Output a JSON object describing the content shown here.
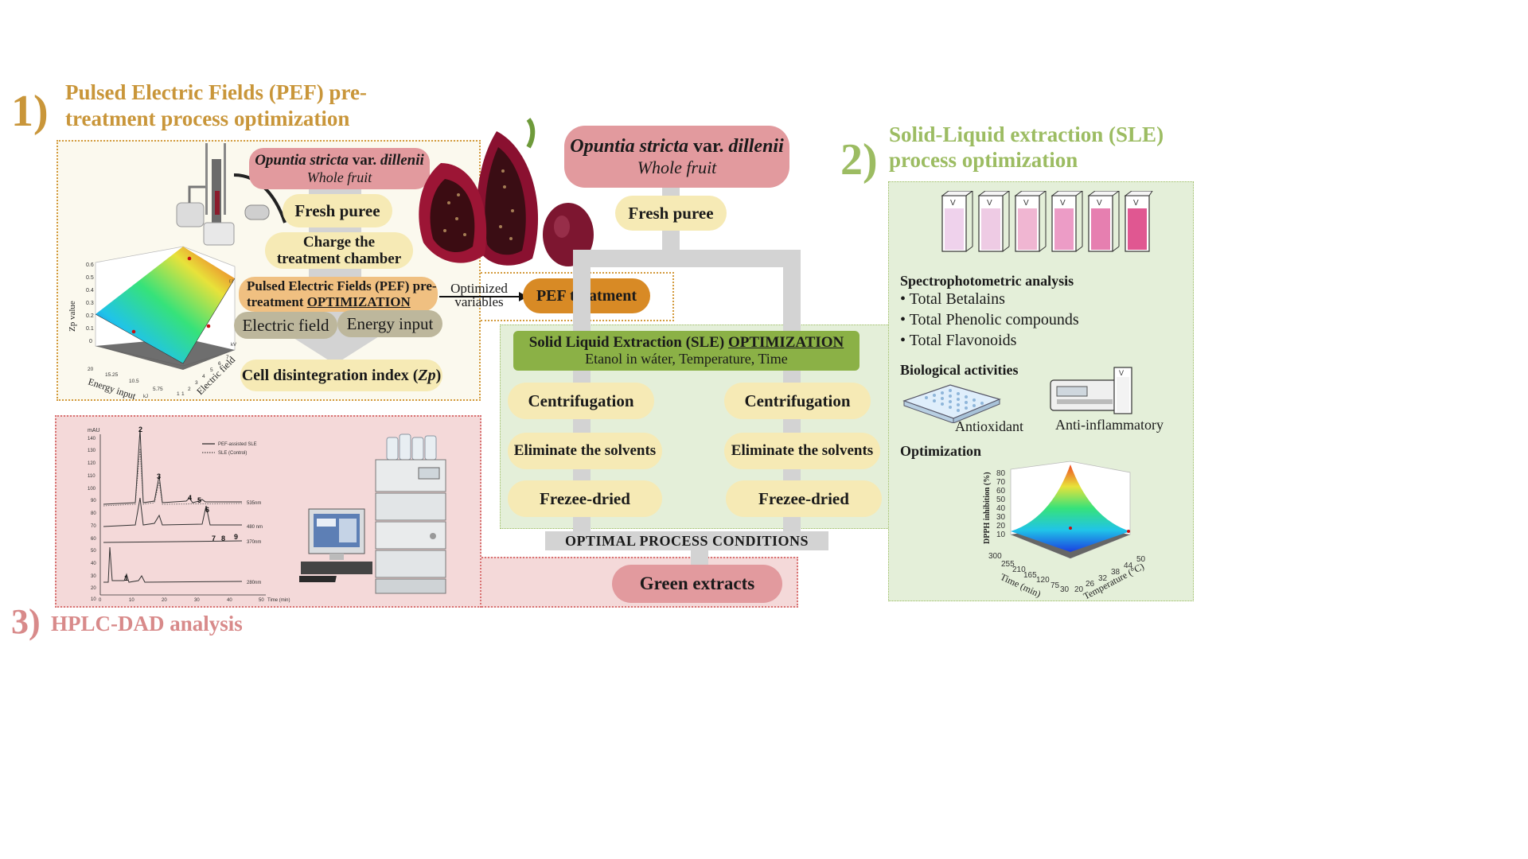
{
  "section1": {
    "number": "1)",
    "title_line1": "Pulsed Electric Fields (PEF) pre-",
    "title_line2": "treatment process optimization",
    "source_species": "Opuntia stricta",
    "source_var": " var. ",
    "source_name": "dillenii",
    "source_sub": "Whole fruit",
    "fresh_puree": "Fresh puree",
    "charge_line1": "Charge the",
    "charge_line2": "treatment chamber",
    "optim_line1": "Pulsed Electric Fields (PEF) pre-",
    "optim_line2_a": "treatment ",
    "optim_line2_b": "OPTIMIZATION",
    "var1": "Electric field",
    "var2": "Energy input",
    "arrow_label_line1": "Optimized",
    "arrow_label_line2": "variables",
    "pef_treatment": "PEF treatment",
    "result_prefix": "Cell disintegration index (",
    "result_symbol": "Zp",
    "result_suffix": ")",
    "plot": {
      "z_label": "Zp value",
      "x_label": "Energy input",
      "x_unit": "kJ",
      "y_label": "Electric field",
      "y_unit": "kV",
      "z_unit": "(-)",
      "z_ticks": [
        "0.6",
        "0.5",
        "0.4",
        "0.3",
        "0.2",
        "0.1",
        "0"
      ],
      "x_ticks": [
        "20",
        "15.25",
        "10.5",
        "5.75",
        "1"
      ],
      "y_ticks": [
        "1",
        "2",
        "3",
        "4",
        "5",
        "6",
        "7"
      ]
    }
  },
  "section2": {
    "number": "2)",
    "title_line1": "Solid-Liquid extraction (SLE)",
    "title_line2": "process optimization",
    "cuvette_labels": [
      "V",
      "V",
      "V",
      "V",
      "V",
      "V"
    ],
    "cuvette_colors": [
      "#efd2ec",
      "#eecbe4",
      "#f0b6d2",
      "#ec9cc6",
      "#e67fb0",
      "#e05791"
    ],
    "spectro_title": "Spectrophotometric analysis",
    "spectro_items": [
      "Total Betalains",
      "Total Phenolic compounds",
      "Total Flavonoids"
    ],
    "bio_title": "Biological activities",
    "bio_antioxidant": "Antioxidant",
    "bio_antiinflammatory": "Anti-inflammatory",
    "optim_title": "Optimization",
    "plot": {
      "z_label": "DPPH inhibition (%)",
      "z_ticks": [
        "80",
        "70",
        "60",
        "50",
        "40",
        "30",
        "20",
        "10"
      ],
      "x_label": "Time (min)",
      "x_ticks": [
        "300",
        "255",
        "210",
        "165",
        "120",
        "75",
        "30"
      ],
      "y_label": "Temperature (°C)",
      "y_ticks": [
        "20",
        "26",
        "32",
        "38",
        "44",
        "50"
      ]
    }
  },
  "center": {
    "source_species": "Opuntia stricta",
    "source_var": " var. ",
    "source_name": "dillenii",
    "source_sub": "Whole fruit",
    "fresh_puree": "Fresh puree",
    "sle_line1_a": "Solid Liquid Extraction (SLE) ",
    "sle_line1_b": "OPTIMIZATION",
    "sle_line2": "Etanol in wáter, Temperature, Time",
    "left_steps": [
      "Centrifugation",
      "Eliminate the solvents",
      "Frezee-dried"
    ],
    "right_steps": [
      "Centrifugation",
      "Eliminate the solvents",
      "Frezee-dried"
    ],
    "optimal": "OPTIMAL  PROCESS  CONDITIONS",
    "green_extracts": "Green extracts"
  },
  "section3": {
    "number": "3)",
    "title": "HPLC-DAD analysis",
    "chrom": {
      "y_unit": "mAU",
      "y_ticks": [
        "140",
        "130",
        "120",
        "110",
        "100",
        "90",
        "80",
        "70",
        "60",
        "50",
        "40",
        "30",
        "20",
        "10"
      ],
      "x_ticks": [
        "0",
        "10",
        "20",
        "30",
        "40",
        "50"
      ],
      "x_label": "Time (min)",
      "legend_solid": "PEF-assisted SLE",
      "legend_dotted": "SLE (Control)",
      "traces": [
        "535nm",
        "480 nm",
        "370nm",
        "280nm"
      ],
      "peaks": [
        "1",
        "2",
        "3",
        "4",
        "5",
        "6",
        "7",
        "8",
        "9"
      ]
    }
  },
  "colors": {
    "section1_accent": "#c9963a",
    "section2_accent": "#9cbc62",
    "section3_accent": "#d88a8a",
    "pink_box": "#e29a9e",
    "yellow_box": "#f6eab5",
    "orange_box": "#f0c081",
    "pef_box": "#d88a25",
    "sle_bar": "#8bb146",
    "green_panel": "#e4efd9",
    "pink_panel": "#f4d9d9",
    "grey_flow": "#d3d3d3"
  }
}
